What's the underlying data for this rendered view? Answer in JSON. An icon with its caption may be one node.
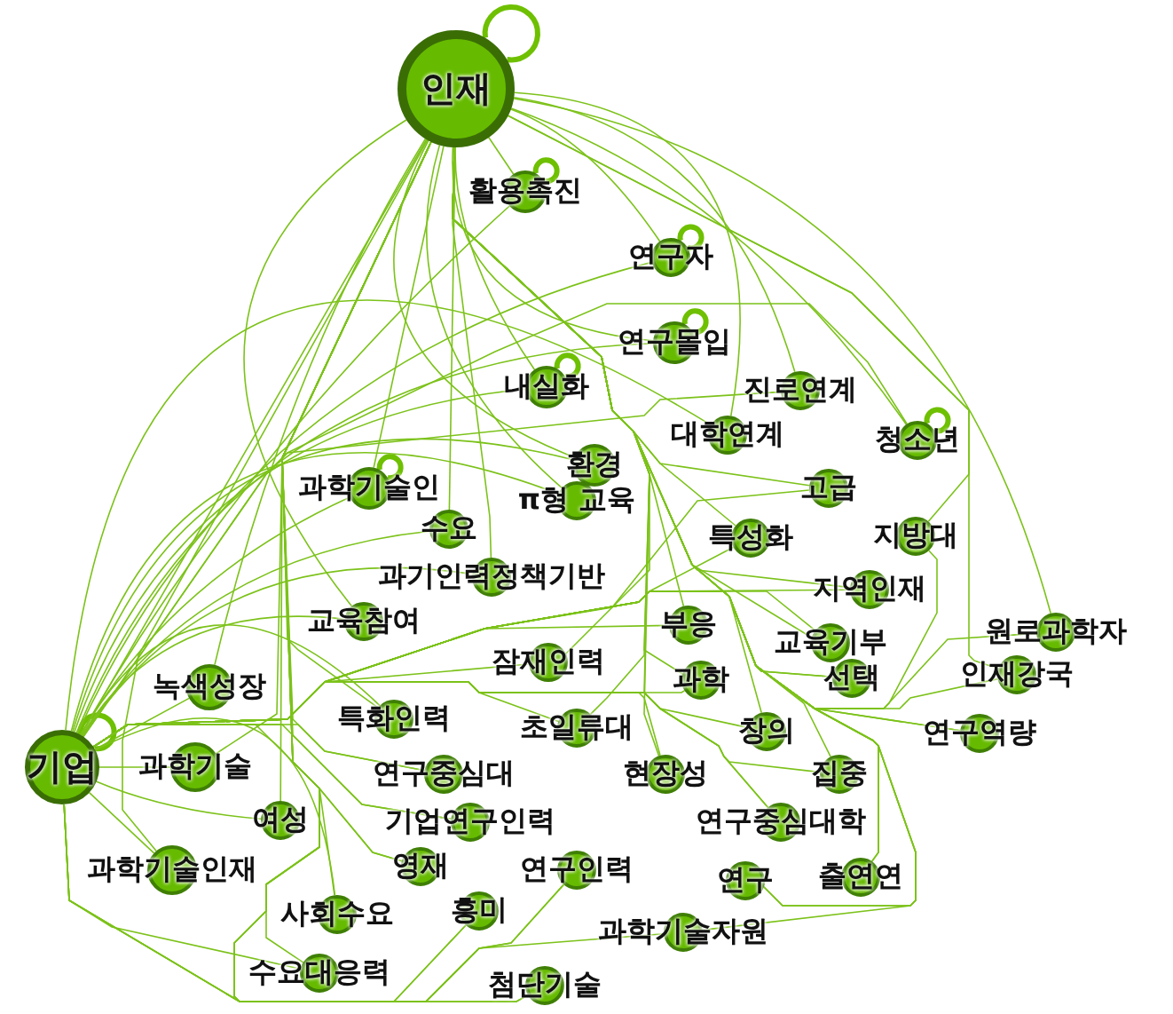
{
  "diagram": {
    "nodes": [
      {
        "text": [
          "인재"
        ]
      },
      {
        "text": [
          "활용촉진"
        ]
      },
      {
        "text": [
          "연구자"
        ]
      },
      {
        "text": [
          "연구몰입"
        ]
      },
      {
        "text": [
          "내실화"
        ]
      },
      {
        "text": [
          "진로연계"
        ]
      },
      {
        "text": [
          "대학연계"
        ]
      },
      {
        "text": [
          "청소년"
        ]
      },
      {
        "text": [
          "환경"
        ]
      },
      {
        "text": [
          "과학기술인"
        ]
      },
      {
        "text": [
          "고급"
        ]
      },
      {
        "text": [
          "π형 교육"
        ]
      },
      {
        "text": [
          "수요"
        ]
      },
      {
        "text": [
          "특성화"
        ]
      },
      {
        "text": [
          "지방대"
        ]
      },
      {
        "text": [
          "과기인력정책기반"
        ]
      },
      {
        "text": [
          "지역인재"
        ]
      },
      {
        "text": [
          "교육참여"
        ]
      },
      {
        "text": [
          "부응"
        ]
      },
      {
        "text": [
          "교육기부"
        ]
      },
      {
        "text": [
          "원로과학자"
        ]
      },
      {
        "text": [
          "녹색성장"
        ]
      },
      {
        "text": [
          "잠재인력"
        ]
      },
      {
        "text": [
          "과학"
        ]
      },
      {
        "text": [
          "선택"
        ]
      },
      {
        "text": [
          "인재강국"
        ]
      },
      {
        "text": [
          "특화인력"
        ]
      },
      {
        "text": [
          "초일류대"
        ]
      },
      {
        "text": [
          "창의"
        ]
      },
      {
        "text": [
          "연구역량"
        ]
      },
      {
        "text": [
          "기업"
        ]
      },
      {
        "text": [
          "과학기술"
        ]
      },
      {
        "text": [
          "연구중심대"
        ]
      },
      {
        "text": [
          "현장성"
        ]
      },
      {
        "text": [
          "집중"
        ]
      },
      {
        "text": [
          "여성"
        ]
      },
      {
        "text": [
          "기업연구인력"
        ]
      },
      {
        "text": [
          "연구중심대학"
        ]
      },
      {
        "text": [
          "과학기술인재"
        ]
      },
      {
        "text": [
          "영재"
        ]
      },
      {
        "text": [
          "연구인력"
        ]
      },
      {
        "text": [
          "연구"
        ]
      },
      {
        "text": [
          "출연연"
        ]
      },
      {
        "text": [
          "사회수요"
        ]
      },
      {
        "text": [
          "흥미"
        ]
      },
      {
        "text": [
          "과학기술자원"
        ]
      },
      {
        "text": [
          "수요대응력"
        ]
      },
      {
        "text": [
          "첨단기술"
        ]
      }
    ],
    "edges": [
      {
        "from": 0,
        "to": 0,
        "arrow": "none",
        "style": "thick"
      },
      {
        "from": 1,
        "to": 1,
        "arrow": "none",
        "style": "thick"
      },
      {
        "from": 2,
        "to": 2,
        "arrow": "none",
        "style": "thick"
      },
      {
        "from": 3,
        "to": 3,
        "arrow": "none",
        "style": "thick"
      },
      {
        "from": 4,
        "to": 4,
        "arrow": "none",
        "style": "thick"
      },
      {
        "from": 7,
        "to": 7,
        "arrow": "none",
        "style": "thick"
      },
      {
        "from": 9,
        "to": 9,
        "arrow": "none",
        "style": "thick"
      },
      {
        "from": 30,
        "to": 30,
        "arrow": "none",
        "style": "thick"
      },
      {
        "from": 0,
        "to": 1,
        "arrow": "none"
      },
      {
        "from": 0,
        "to": 2,
        "arrow": "none"
      },
      {
        "from": 0,
        "to": 3,
        "arrow": "none"
      },
      {
        "from": 0,
        "to": 4,
        "arrow": "none"
      },
      {
        "from": 0,
        "to": 5,
        "arrow": "none"
      },
      {
        "from": 0,
        "to": 6,
        "arrow": "none"
      },
      {
        "from": 0,
        "to": 7,
        "arrow": "none"
      },
      {
        "from": 0,
        "to": 8,
        "arrow": "none"
      },
      {
        "from": 0,
        "to": 9,
        "arrow": "none"
      },
      {
        "from": 0,
        "to": 10,
        "arrow": "none"
      },
      {
        "from": 0,
        "to": 11,
        "arrow": "none"
      },
      {
        "from": 0,
        "to": 12,
        "arrow": "none"
      },
      {
        "from": 0,
        "to": 13,
        "arrow": "none"
      },
      {
        "from": 0,
        "to": 14,
        "arrow": "none"
      },
      {
        "from": 0,
        "to": 15,
        "arrow": "none"
      },
      {
        "from": 0,
        "to": 16,
        "arrow": "none"
      },
      {
        "from": 0,
        "to": 17,
        "arrow": "none"
      },
      {
        "from": 0,
        "to": 18,
        "arrow": "none"
      },
      {
        "from": 0,
        "to": 19,
        "arrow": "none"
      },
      {
        "from": 0,
        "to": 20,
        "arrow": "none"
      },
      {
        "from": 0,
        "to": 21,
        "arrow": "none"
      },
      {
        "from": 0,
        "to": 22,
        "arrow": "none"
      },
      {
        "from": 0,
        "to": 23,
        "arrow": "none"
      },
      {
        "from": 0,
        "to": 24,
        "arrow": "none"
      },
      {
        "from": 0,
        "to": 25,
        "arrow": "none"
      },
      {
        "from": 0,
        "to": 26,
        "arrow": "none"
      },
      {
        "from": 0,
        "to": 27,
        "arrow": "none"
      },
      {
        "from": 0,
        "to": 28,
        "arrow": "none"
      },
      {
        "from": 0,
        "to": 29,
        "arrow": "none"
      },
      {
        "from": 0,
        "to": 30,
        "arrow": "none"
      },
      {
        "from": 0,
        "to": 31,
        "arrow": "none"
      },
      {
        "from": 0,
        "to": 32,
        "arrow": "none"
      },
      {
        "from": 0,
        "to": 33,
        "arrow": "none"
      },
      {
        "from": 0,
        "to": 34,
        "arrow": "none"
      },
      {
        "from": 0,
        "to": 35,
        "arrow": "none"
      },
      {
        "from": 0,
        "to": 36,
        "arrow": "none"
      },
      {
        "from": 0,
        "to": 37,
        "arrow": "none"
      },
      {
        "from": 0,
        "to": 38,
        "arrow": "none"
      },
      {
        "from": 0,
        "to": 39,
        "arrow": "none"
      },
      {
        "from": 0,
        "to": 40,
        "arrow": "none"
      },
      {
        "from": 0,
        "to": 41,
        "arrow": "none"
      },
      {
        "from": 0,
        "to": 42,
        "arrow": "none"
      },
      {
        "from": 0,
        "to": 43,
        "arrow": "none"
      },
      {
        "from": 0,
        "to": 44,
        "arrow": "none"
      },
      {
        "from": 0,
        "to": 45,
        "arrow": "none"
      },
      {
        "from": 0,
        "to": 46,
        "arrow": "none"
      },
      {
        "from": 0,
        "to": 47,
        "arrow": "none"
      },
      {
        "from": 30,
        "to": 1,
        "arrow": "none"
      },
      {
        "from": 30,
        "to": 2,
        "arrow": "none"
      },
      {
        "from": 30,
        "to": 3,
        "arrow": "none"
      },
      {
        "from": 30,
        "to": 4,
        "arrow": "none"
      },
      {
        "from": 30,
        "to": 5,
        "arrow": "none"
      },
      {
        "from": 30,
        "to": 6,
        "arrow": "none"
      },
      {
        "from": 30,
        "to": 7,
        "arrow": "none"
      },
      {
        "from": 30,
        "to": 8,
        "arrow": "none"
      },
      {
        "from": 30,
        "to": 9,
        "arrow": "none"
      },
      {
        "from": 30,
        "to": 10,
        "arrow": "none"
      },
      {
        "from": 30,
        "to": 11,
        "arrow": "none"
      },
      {
        "from": 30,
        "to": 12,
        "arrow": "none"
      },
      {
        "from": 30,
        "to": 13,
        "arrow": "none"
      },
      {
        "from": 30,
        "to": 14,
        "arrow": "none"
      },
      {
        "from": 30,
        "to": 15,
        "arrow": "none"
      },
      {
        "from": 30,
        "to": 16,
        "arrow": "none"
      },
      {
        "from": 30,
        "to": 17,
        "arrow": "none"
      },
      {
        "from": 30,
        "to": 18,
        "arrow": "none"
      },
      {
        "from": 30,
        "to": 19,
        "arrow": "none"
      },
      {
        "from": 30,
        "to": 20,
        "arrow": "none"
      },
      {
        "from": 30,
        "to": 21,
        "arrow": "none"
      },
      {
        "from": 30,
        "to": 22,
        "arrow": "none"
      },
      {
        "from": 30,
        "to": 23,
        "arrow": "none"
      },
      {
        "from": 30,
        "to": 24,
        "arrow": "none"
      },
      {
        "from": 30,
        "to": 25,
        "arrow": "none"
      },
      {
        "from": 30,
        "to": 26,
        "arrow": "none"
      },
      {
        "from": 30,
        "to": 27,
        "arrow": "none"
      },
      {
        "from": 30,
        "to": 28,
        "arrow": "none"
      },
      {
        "from": 30,
        "to": 29,
        "arrow": "none"
      },
      {
        "from": 30,
        "to": 31,
        "arrow": "none"
      },
      {
        "from": 30,
        "to": 32,
        "arrow": "none"
      },
      {
        "from": 30,
        "to": 33,
        "arrow": "none"
      },
      {
        "from": 30,
        "to": 34,
        "arrow": "none"
      },
      {
        "from": 30,
        "to": 35,
        "arrow": "none"
      },
      {
        "from": 30,
        "to": 36,
        "arrow": "none"
      },
      {
        "from": 30,
        "to": 37,
        "arrow": "none"
      },
      {
        "from": 30,
        "to": 38,
        "arrow": "none"
      },
      {
        "from": 30,
        "to": 39,
        "arrow": "none"
      },
      {
        "from": 30,
        "to": 40,
        "arrow": "none"
      },
      {
        "from": 30,
        "to": 41,
        "arrow": "none"
      },
      {
        "from": 30,
        "to": 42,
        "arrow": "none"
      },
      {
        "from": 30,
        "to": 43,
        "arrow": "none"
      },
      {
        "from": 30,
        "to": 44,
        "arrow": "none"
      },
      {
        "from": 30,
        "to": 45,
        "arrow": "none"
      },
      {
        "from": 30,
        "to": 46,
        "arrow": "none"
      },
      {
        "from": 30,
        "to": 47,
        "arrow": "none"
      }
    ]
  }
}
